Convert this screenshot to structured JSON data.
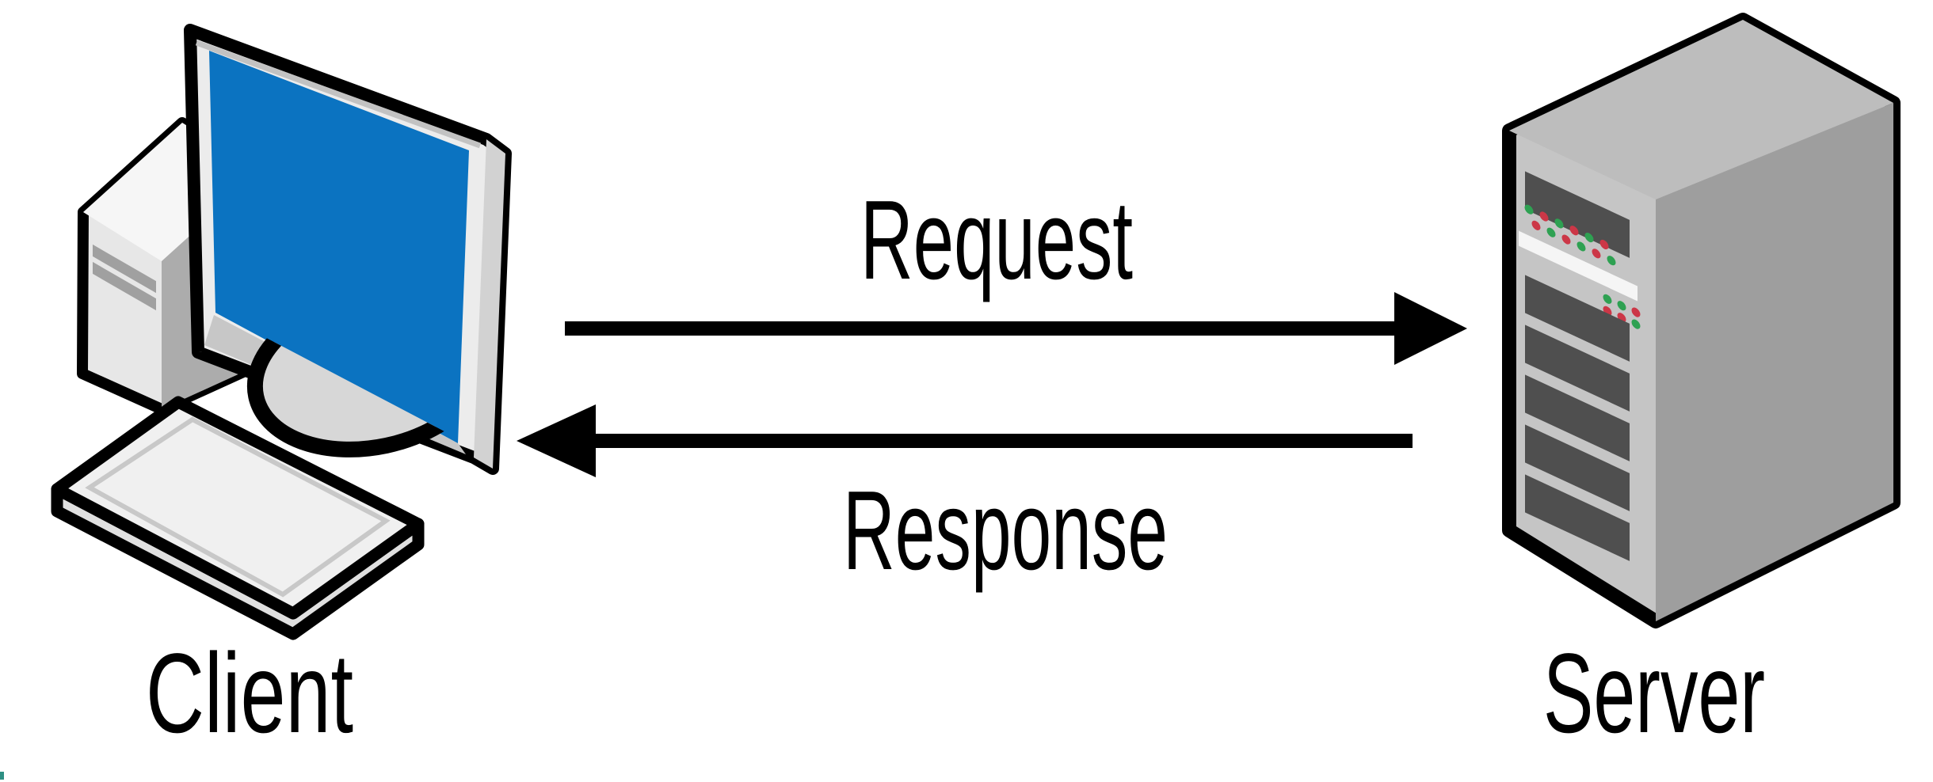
{
  "diagram": {
    "description": "Client-server request/response cycle",
    "client": {
      "label": "Client",
      "icon": "desktop-computer-icon"
    },
    "server": {
      "label": "Server",
      "icon": "server-tower-icon"
    },
    "edges": [
      {
        "label": "Request",
        "from": "Client",
        "to": "Server",
        "direction": "right"
      },
      {
        "label": "Response",
        "from": "Server",
        "to": "Client",
        "direction": "left"
      }
    ]
  },
  "colors": {
    "background": "#FFFFFF",
    "outline": "#000000",
    "screen_blue": "#0B73C1",
    "led_green": "#2EA152",
    "led_red": "#CC3747",
    "server_front": "#C5C5C5",
    "server_side": "#9E9E9E",
    "server_top": "#BDBDBD",
    "slot_dark": "#4F4F4F",
    "front_stripe": "#F5F5F5",
    "tower_front": "#E7E7E7",
    "tower_top": "#F6F6F6",
    "tower_side": "#ACACAC",
    "monitor_frame": "#ECECEC",
    "keyboard_top": "#F0F0F0",
    "text": "#000000"
  }
}
